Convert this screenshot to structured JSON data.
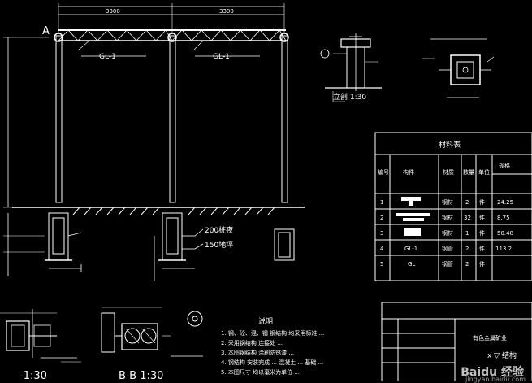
{
  "elevation": {
    "axis_label": "A",
    "beam_tags": [
      "GL-1",
      "GL-1"
    ],
    "callout_top": "200桩夜",
    "callout_bottom": "150地坪",
    "top_dims": [
      "3300",
      "3300"
    ]
  },
  "details": {
    "column_detail_scale": "立剖 1:30",
    "section_label_left": "-1:30",
    "section_label_right": "B-B 1:30"
  },
  "material_table": {
    "title": "材料表",
    "headers": [
      "编号",
      "构件",
      "材质",
      "数量",
      "单位",
      "规格"
    ],
    "rows": [
      [
        "1",
        "",
        "钢材",
        "2",
        "件",
        "24.25"
      ],
      [
        "2",
        "",
        "钢材",
        "32",
        "件",
        "8.75"
      ],
      [
        "3",
        "",
        "钢材",
        "1",
        "件",
        "50.48"
      ],
      [
        "4",
        "GL-1",
        "钢管",
        "2",
        "件",
        "113.2"
      ],
      [
        "5",
        "GL",
        "钢管",
        "2",
        "件",
        ""
      ]
    ]
  },
  "notes": {
    "heading": "说明",
    "lines": [
      "1. 钢、砼、混、钢 钢结构 均采用标准 ...",
      "2. 采用钢结构 连接处 ...",
      "3. 本图钢结构 涂刷防锈漆 ...",
      "4. 钢结构 安装完成 ... 混凝土 ... 基础 ...",
      "5. 本图尺寸 均以毫米为单位 ..."
    ]
  },
  "title_block": {
    "project": "有色金属矿业",
    "drawing": "x ▽ 结构"
  },
  "watermark": {
    "brand": "Baidu 经验",
    "url": "jingyan.baidu.com"
  }
}
